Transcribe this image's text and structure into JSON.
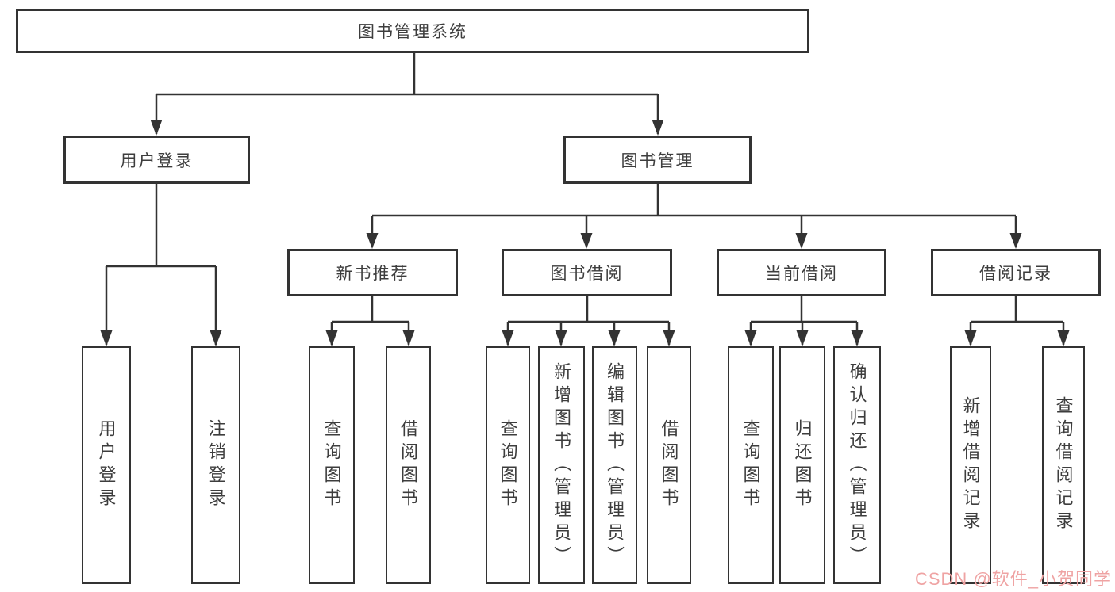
{
  "diagram": {
    "root": {
      "label": "图书管理系统",
      "children": [
        {
          "label": "用户登录",
          "children": [
            {
              "label": "用户登录"
            },
            {
              "label": "注销登录"
            }
          ]
        },
        {
          "label": "图书管理",
          "children": [
            {
              "label": "新书推荐",
              "children": [
                {
                  "label": "查询图书"
                },
                {
                  "label": "借阅图书"
                }
              ]
            },
            {
              "label": "图书借阅",
              "children": [
                {
                  "label": "查询图书"
                },
                {
                  "label": "新增图书（管理员）"
                },
                {
                  "label": "编辑图书（管理员）"
                },
                {
                  "label": "借阅图书"
                }
              ]
            },
            {
              "label": "当前借阅",
              "children": [
                {
                  "label": "查询图书"
                },
                {
                  "label": "归还图书"
                },
                {
                  "label": "确认归还（管理员）"
                }
              ]
            },
            {
              "label": "借阅记录",
              "children": [
                {
                  "label": "新增借阅记录"
                },
                {
                  "label": "查询借阅记录"
                }
              ]
            }
          ]
        }
      ]
    }
  },
  "watermark": {
    "text": "CSDN @软件_小贺同学",
    "color": "#efa3a3"
  },
  "colors": {
    "line": "#333333",
    "text": "#3d3d3d",
    "background": "#ffffff"
  }
}
